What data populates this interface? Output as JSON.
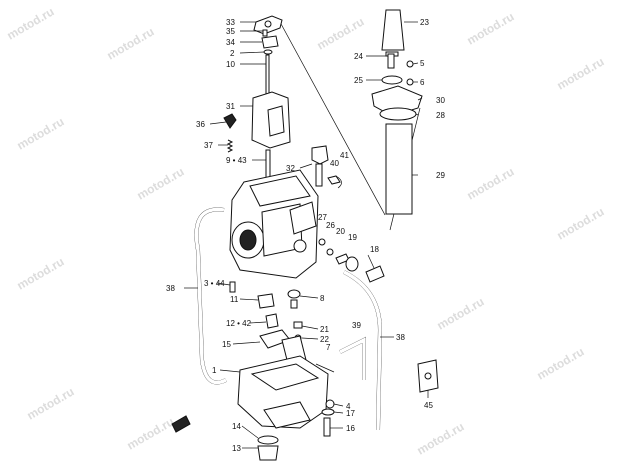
{
  "watermark": "motod.ru",
  "callouts": [
    {
      "id": "c33",
      "text": "33"
    },
    {
      "id": "c35",
      "text": "35"
    },
    {
      "id": "c34",
      "text": "34"
    },
    {
      "id": "c2",
      "text": "2"
    },
    {
      "id": "c10",
      "text": "10"
    },
    {
      "id": "c31",
      "text": "31"
    },
    {
      "id": "c36",
      "text": "36"
    },
    {
      "id": "c37",
      "text": "37"
    },
    {
      "id": "c943",
      "text": "9 • 43"
    },
    {
      "id": "c32",
      "text": "32"
    },
    {
      "id": "c41",
      "text": "41"
    },
    {
      "id": "c40",
      "text": "40"
    },
    {
      "id": "c23",
      "text": "23"
    },
    {
      "id": "c24",
      "text": "24"
    },
    {
      "id": "c5",
      "text": "5"
    },
    {
      "id": "c25",
      "text": "25"
    },
    {
      "id": "c6",
      "text": "6"
    },
    {
      "id": "c30",
      "text": "30"
    },
    {
      "id": "c28",
      "text": "28"
    },
    {
      "id": "c29",
      "text": "29"
    },
    {
      "id": "c27",
      "text": "27"
    },
    {
      "id": "c26",
      "text": "26"
    },
    {
      "id": "c20",
      "text": "20"
    },
    {
      "id": "c19",
      "text": "19"
    },
    {
      "id": "c18",
      "text": "18"
    },
    {
      "id": "c38a",
      "text": "38"
    },
    {
      "id": "c344",
      "text": "3 • 44"
    },
    {
      "id": "c8",
      "text": "8"
    },
    {
      "id": "c11",
      "text": "11"
    },
    {
      "id": "c1242",
      "text": "12 • 42"
    },
    {
      "id": "c21",
      "text": "21"
    },
    {
      "id": "c22",
      "text": "22"
    },
    {
      "id": "c39",
      "text": "39"
    },
    {
      "id": "c38b",
      "text": "38"
    },
    {
      "id": "c15",
      "text": "15"
    },
    {
      "id": "c7",
      "text": "7"
    },
    {
      "id": "c1",
      "text": "1"
    },
    {
      "id": "c4",
      "text": "4"
    },
    {
      "id": "c17",
      "text": "17"
    },
    {
      "id": "c14",
      "text": "14"
    },
    {
      "id": "c16",
      "text": "16"
    },
    {
      "id": "c13",
      "text": "13"
    },
    {
      "id": "c45",
      "text": "45"
    }
  ]
}
